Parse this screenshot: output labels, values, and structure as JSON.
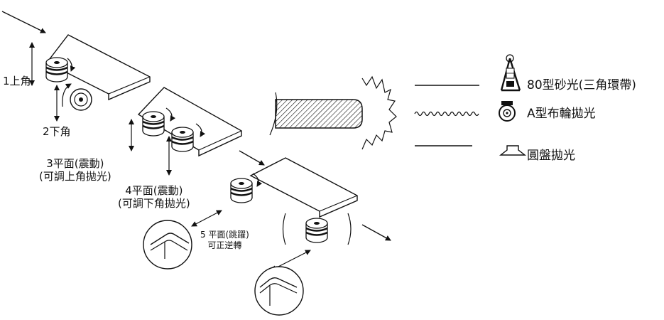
{
  "steps": {
    "s1": "1上角",
    "s2": "2下角",
    "s3": {
      "line1": "3平面(震動)",
      "line2": "(可調上角拋光)"
    },
    "s4": {
      "line1": "4平面(震動)",
      "line2": "(可調下角拋光)"
    },
    "s5": {
      "line1": "5 平面(跳躍)",
      "line2": "可正逆轉"
    }
  },
  "legend": [
    {
      "line": "solid",
      "icon": "abrasive-belt-icon",
      "label": "80型砂光(三角環帶)"
    },
    {
      "line": "wavy",
      "icon": "cloth-wheel-icon",
      "label": "A型布輪拋光"
    },
    {
      "line": "solid",
      "icon": "disc-icon",
      "label": "圓盤拋光"
    }
  ],
  "colors": {
    "ink": "#111111",
    "background": "#ffffff"
  }
}
